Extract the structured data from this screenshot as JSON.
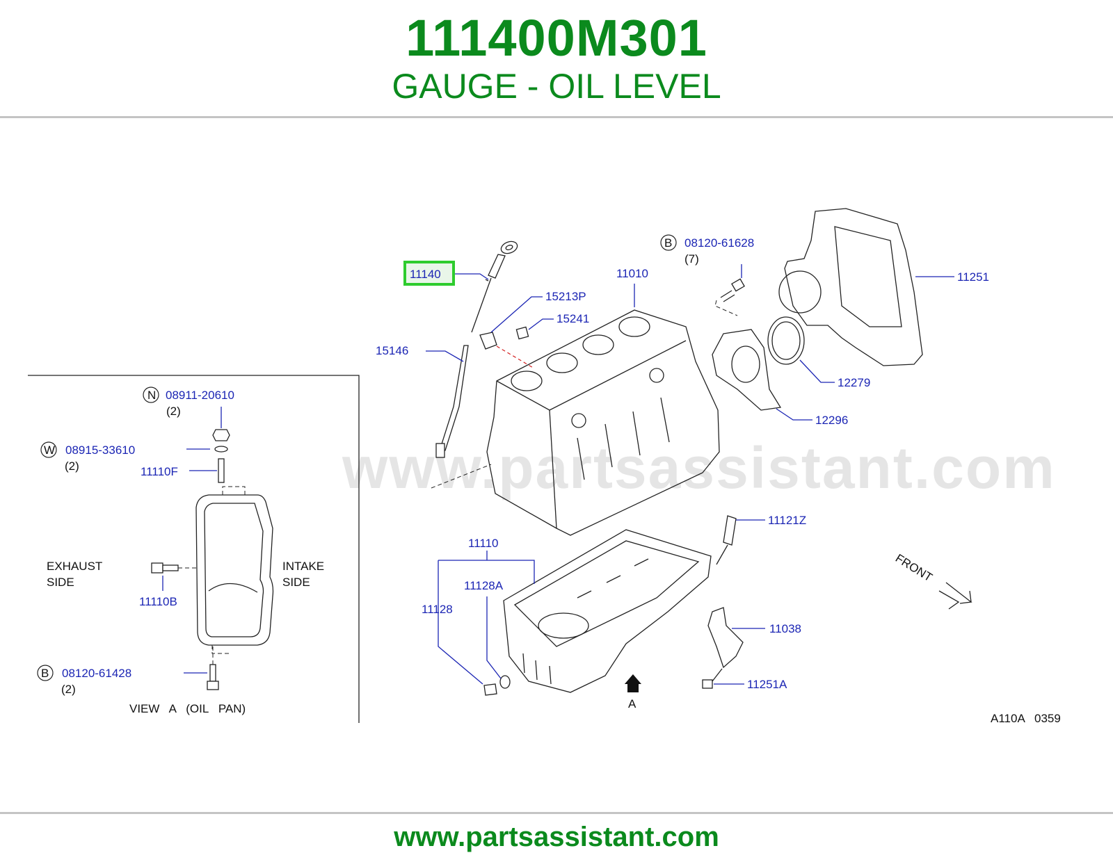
{
  "header": {
    "part_number": "111400M301",
    "part_title": "GAUGE - OIL LEVEL"
  },
  "diagram": {
    "callouts": {
      "c11140": "11140",
      "c15213P": "15213P",
      "c15241": "15241",
      "c15146": "15146",
      "c11010": "11010",
      "c0812061628": "08120-61628",
      "c11251": "11251",
      "c12279": "12279",
      "c12296": "12296",
      "c11121Z": "11121Z",
      "c11110": "11110",
      "c11128A": "11128A",
      "c11128": "11128",
      "c11038": "11038",
      "c11251A": "11251A",
      "c0891120610": "08911-20610",
      "c0891533610": "08915-33610",
      "c11110F": "11110F",
      "c11110B": "11110B",
      "c0812061428": "08120-61428"
    },
    "badges": {
      "b_top": "B",
      "n": "N",
      "w": "W",
      "b_bottom": "B"
    },
    "quantities": {
      "q_0812061628": "(7)",
      "q_0891120610": "(2)",
      "q_0891533610": "(2)",
      "q_0812061428": "(2)"
    },
    "inset_text": {
      "exhaust_line1": "EXHAUST",
      "exhaust_line2": "SIDE",
      "intake_line1": "INTAKE",
      "intake_line2": "SIDE",
      "view_caption": "VIEW   A   (OIL   PAN)"
    },
    "front_label": "FRONT",
    "view_marker": "A",
    "diagram_code": "A110A   0359",
    "watermark": "www.partsassistant.com",
    "highlight_color": "#2ecc2e",
    "callout_color": "#1b25b4"
  },
  "footer": {
    "url": "www.partsassistant.com"
  }
}
